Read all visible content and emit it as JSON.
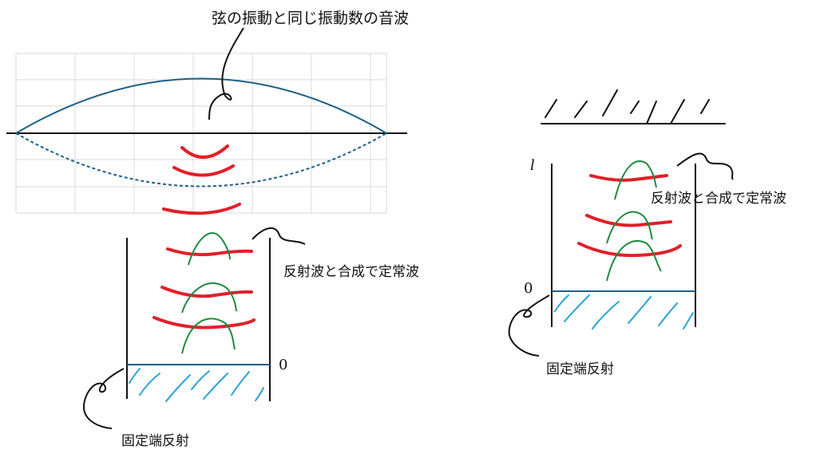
{
  "labels": {
    "sound_wave": "弦の振動と同じ振動数の音波",
    "standing_wave_left": "反射波と合成で定常波",
    "standing_wave_right": "反射波と合成で定常波",
    "fixed_end_left": "固定端反射",
    "fixed_end_right": "固定端反射",
    "zero_left": "0",
    "zero_right": "0",
    "length_right": "l"
  },
  "colors": {
    "string": "#1f5f85",
    "sound": "#e0202a",
    "standing": "#1f8a3c",
    "water": "#29a3d8",
    "grid": "#d9d9d9",
    "ink": "#111111"
  }
}
